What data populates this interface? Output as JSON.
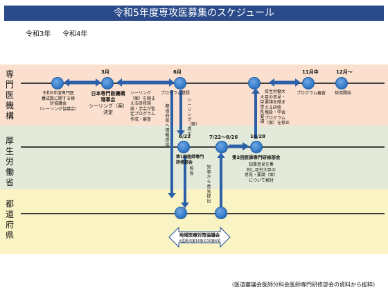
{
  "title": "令和5年度専攻医募集のスケジュール",
  "years": [
    "令和3年",
    "令和4年"
  ],
  "lanes": {
    "top": "専門医機構",
    "middle": "厚生労働省",
    "bottom": "都道府県"
  },
  "months": {
    "m3": "3月",
    "m6": "6月",
    "m11": "11月中",
    "m12": "12月～",
    "d622": "6/22",
    "d722": "7/22～8/26",
    "d1028": "10/28"
  },
  "top_texts": {
    "council_line1": "令和5年度専門医",
    "council_line2": "養成数に関する検",
    "council_line3": "討協議会",
    "council_line4": "（シーリング協議会）",
    "board_line1": "日本専門医機構",
    "board_line2": "理事会",
    "board_line3": "シーリング（案）",
    "board_line4": "決定",
    "ceil_line1": "シーリング",
    "ceil_line2": "（案）を踏ま",
    "ceil_line3": "える研修施",
    "ceil_line4": "設・学会が暫",
    "ceil_line5": "定プログラム",
    "ceil_line6": "作成・審査",
    "prog_register": "プログラム登録",
    "minister_line1": "厚生労働大",
    "minister_line2": "臣の意見・",
    "minister_line3": "要請を踏ま",
    "minister_line4": "える研修",
    "minister_line5": "施設・学会",
    "minister_line6": "プログラム",
    "minister_line7": "（案）を修正",
    "prog_review": "プログラム審査",
    "recruit_start": "採用開始"
  },
  "vertical_texts": {
    "pref_info": "都道府県へ情報提供",
    "ceiling_submit": "シーリング（案）提示",
    "opinion_request": "大臣意見・要請",
    "hear": "照会",
    "gov_opinion": "知事から意見提出"
  },
  "middle_texts": {
    "first_meeting_line1": "第1回医師専門",
    "first_meeting_line2": "研修部会",
    "second_meeting": "第2回医師専門研修部会",
    "summary_line1": "知事意見を集",
    "summary_line2": "約し厚労大臣の",
    "summary_line3": "意見・要請（案）",
    "summary_line4": "について検討"
  },
  "bottom_texts": {
    "regional_council": "地域医療対策協議会",
    "law_ref": "※医師法第16条の10第4項"
  },
  "footer": "（医道審議会医師分科会医師専門研修部会の資料から抜粋）",
  "colors": {
    "title_bg": "#2a4a8a",
    "band_top": "#fbe0cf",
    "band_middle": "#e4ead9",
    "band_bottom": "#faf3c4",
    "node": "#2f74c2",
    "arrow": "#2b5fa8",
    "timeline": "#3f3f3f"
  }
}
